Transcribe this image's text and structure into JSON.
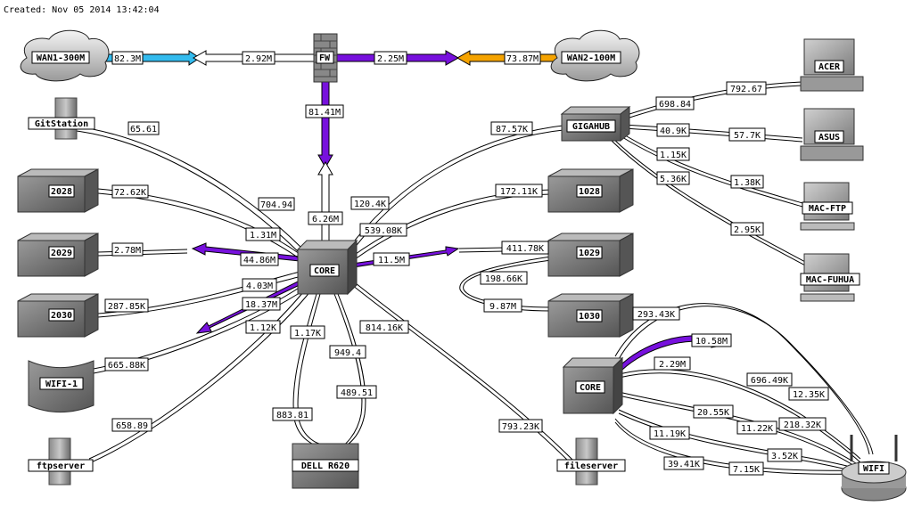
{
  "title": "Created: Nov 05 2014 13:42:04",
  "colors": {
    "wan1": "#33bbee",
    "wan2": "#f5a300",
    "purple": "#7711dd",
    "white": "#ffffff"
  },
  "nodes": {
    "wan1": "WAN1-300M",
    "fw": "FW",
    "wan2": "WAN2-100M",
    "gitstation": "GitStation",
    "sw2028": "2028",
    "sw2029": "2029",
    "sw2030": "2030",
    "wifi1": "WIFI-1",
    "ftpserver": "ftpserver",
    "core1": "CORE",
    "dell": "DELL R620",
    "gigahub": "GIGAHUB",
    "sw1028": "1028",
    "sw1029": "1029",
    "sw1030": "1030",
    "core2": "CORE",
    "fileserver": "fileserver",
    "wifi": "WIFI",
    "acer": "ACER",
    "asus": "ASUS",
    "macftp": "MAC-FTP",
    "macfuhua": "MAC-FUHUA"
  },
  "links": {
    "wan1_out": "82.3M",
    "wan1_in": "2.92M",
    "wan2_in": "2.25M",
    "wan2_out": "73.87M",
    "fw_down": "81.41M",
    "core_up": "6.26M",
    "git_a": "65.61",
    "git_b": "704.94",
    "s2028_a": "72.62K",
    "s2028_b": "1.31M",
    "s2029_a": "2.78M",
    "s2029_b": "44.86M",
    "s2030_a": "287.85K",
    "s2030_b": "4.03M",
    "wifi1_a": "665.88K",
    "wifi1_b": "18.37M",
    "ftp_a": "658.89",
    "ftp_b": "1.12K",
    "dell_l_top": "1.17K",
    "dell_l_bot": "883.81",
    "dell_r_top": "949.4",
    "dell_r_bot": "489.51",
    "file_top": "814.16K",
    "file_bot": "793.23K",
    "giga_core": "120.4K",
    "giga_out": "87.57K",
    "s1028_a": "539.08K",
    "s1028_b": "172.11K",
    "s1029_a": "11.5M",
    "s1029_b": "411.78K",
    "s1030_a": "198.66K",
    "s1030_b": "9.87M",
    "acer_a": "698.84",
    "acer_b": "792.67",
    "asus_a": "40.9K",
    "asus_b": "57.7K",
    "macftp_a": "1.15K",
    "macftp_b": "1.38K",
    "macfuhua_a": "5.36K",
    "macfuhua_b": "2.95K",
    "w_293": "293.43K",
    "w_1058": "10.58M",
    "w_696": "696.49K",
    "w_1235": "12.35K",
    "w_229": "2.29M",
    "w_2055": "20.55K",
    "w_1122": "11.22K",
    "w_21832": "218.32K",
    "w_1119": "11.19K",
    "w_352": "3.52K",
    "w_3941": "39.41K",
    "w_715": "7.15K"
  }
}
